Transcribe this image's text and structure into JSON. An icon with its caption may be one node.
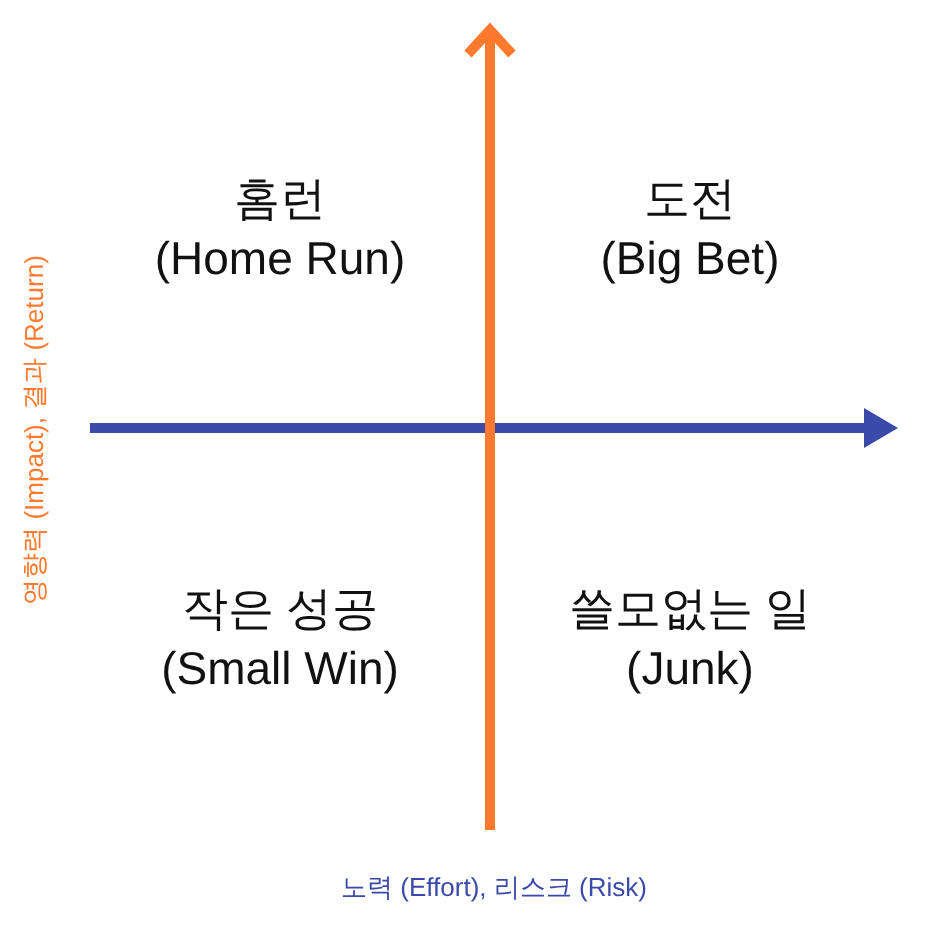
{
  "diagram": {
    "labels": [
      "홈런",
      "(Home Run)",
      "도전",
      "(Big Bet)",
      "영향력 (Impact), 결과 (Return)",
      "작은 성공",
      "(Small Win)",
      "쓸모없는 일",
      "(Junk)",
      "노력 (Effort), 리스크 (Risk)"
    ]
  }
}
